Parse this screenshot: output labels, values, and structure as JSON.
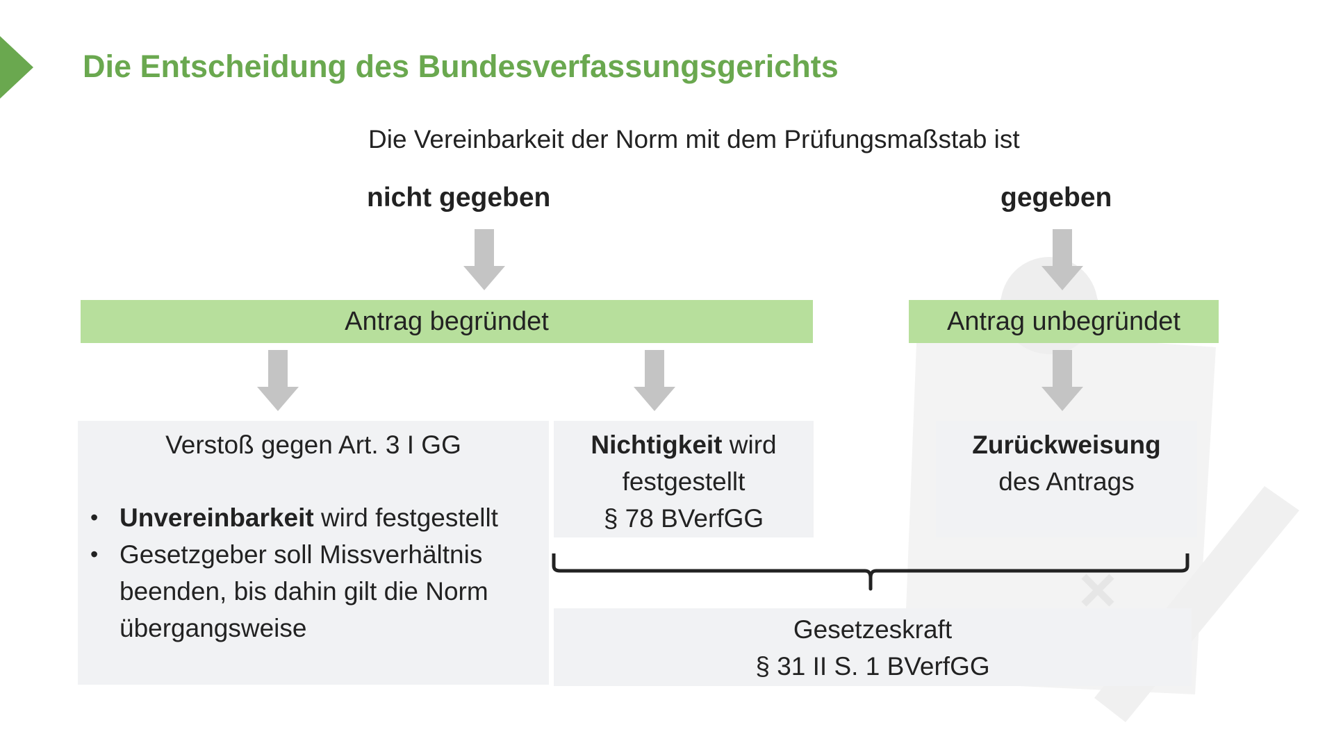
{
  "title": "Die Entscheidung des Bundesverfassungsgerichts",
  "intro": "Die Vereinbarkeit der Norm mit dem Prüfungsmaßstab ist",
  "branches": {
    "left_label": "nicht gegeben",
    "right_label": "gegeben"
  },
  "bars": {
    "left": "Antrag begründet",
    "right": "Antrag unbegründet"
  },
  "boxes": {
    "violation": {
      "heading": "Verstoß gegen Art. 3 I GG",
      "bullet1_bold": "Unvereinbarkeit",
      "bullet1_rest": " wird festgestellt",
      "bullet2": "Gesetzgeber soll Missverhältnis beenden, bis dahin gilt die Norm übergangsweise"
    },
    "nullity": {
      "bold": "Nichtigkeit",
      "rest": " wird festgestellt",
      "ref": "§ 78 BVerfGG"
    },
    "rejection": {
      "bold": "Zurückweisung",
      "rest": "des Antrags"
    },
    "law_force": {
      "line1": "Gesetzeskraft",
      "line2": "§ 31 II S. 1 BVerfGG"
    }
  },
  "colors": {
    "title_green": "#6aa84f",
    "bar_green": "#b7df9c",
    "box_grey": "#f1f2f4",
    "arrow_grey": "#c4c4c4"
  }
}
